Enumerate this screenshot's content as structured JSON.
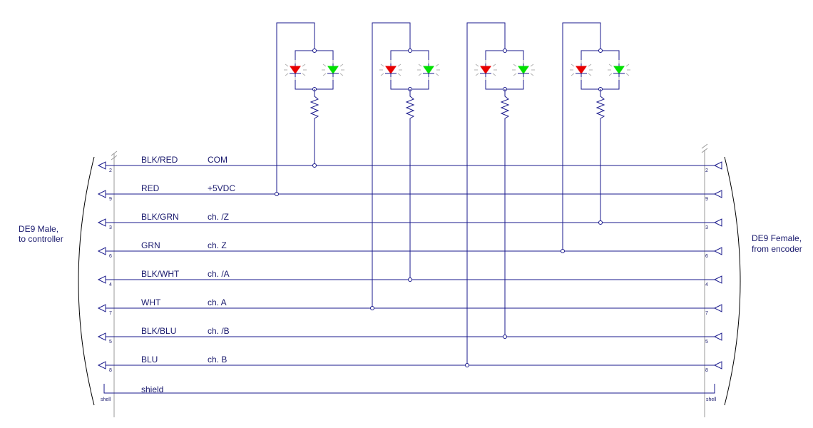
{
  "left_connector": {
    "line1": "DE9 Male,",
    "line2": "to controller"
  },
  "right_connector": {
    "line1": "DE9 Female,",
    "line2": "from encoder"
  },
  "shell_label": "shell",
  "wires": [
    {
      "color": "BLK/RED",
      "signal": "COM",
      "pin": "2"
    },
    {
      "color": "RED",
      "signal": "+5VDC",
      "pin": "9"
    },
    {
      "color": "BLK/GRN",
      "signal": "ch. /Z",
      "pin": "3"
    },
    {
      "color": "GRN",
      "signal": "ch. Z",
      "pin": "6"
    },
    {
      "color": "BLK/WHT",
      "signal": "ch. /A",
      "pin": "4"
    },
    {
      "color": "WHT",
      "signal": "ch. A",
      "pin": "7"
    },
    {
      "color": "BLK/BLU",
      "signal": "ch. /B",
      "pin": "5"
    },
    {
      "color": "BLU",
      "signal": "ch. B",
      "pin": "8"
    },
    {
      "color": "shield",
      "signal": "",
      "pin": ""
    }
  ],
  "indicators": [
    {
      "name": "led-pair-1",
      "colors": [
        "#e80000",
        "#00e000"
      ]
    },
    {
      "name": "led-pair-2",
      "colors": [
        "#e80000",
        "#00e000"
      ]
    },
    {
      "name": "led-pair-3",
      "colors": [
        "#e80000",
        "#00e000"
      ]
    },
    {
      "name": "led-pair-4",
      "colors": [
        "#e80000",
        "#00e000"
      ]
    }
  ]
}
